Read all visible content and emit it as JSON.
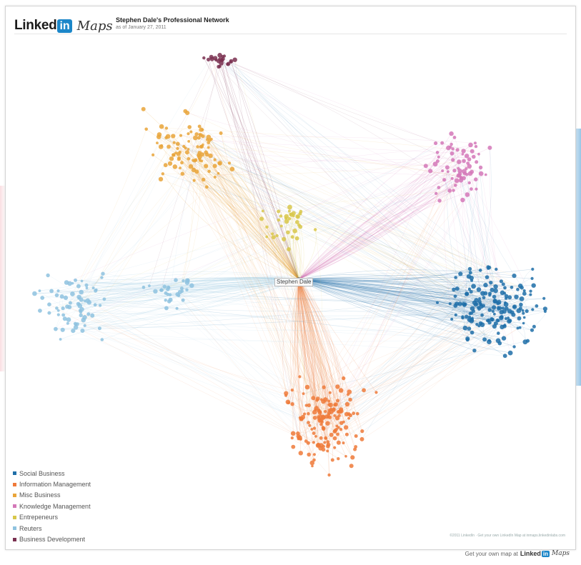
{
  "header": {
    "logo_text": "Linked",
    "logo_in": "in",
    "logo_maps": "Maps",
    "title": "Stephen Dale's Professional Network",
    "subtitle": "as of January 27, 2011"
  },
  "center_label": "Stephen Dale",
  "legend": [
    {
      "label": "Social Business",
      "color": "#1f6fa8",
      "cluster": "social"
    },
    {
      "label": "Information Management",
      "color": "#ef7a3a",
      "cluster": "info"
    },
    {
      "label": "Misc Business",
      "color": "#e9a53a",
      "cluster": "misc"
    },
    {
      "label": "Knowledge Management",
      "color": "#d478b8",
      "cluster": "km"
    },
    {
      "label": "Entrepeneurs",
      "color": "#d8c74a",
      "cluster": "entre"
    },
    {
      "label": "Reuters",
      "color": "#8ec2df",
      "cluster": "reuters"
    },
    {
      "label": "Business Development",
      "color": "#7a3050",
      "cluster": "bizdev"
    }
  ],
  "credit": "©2011 LinkedIn · Get your own LinkedIn Map at inmaps.linkedinlabs.com",
  "footer": {
    "text": "Get your own map at",
    "linked": "Linked",
    "in": "in",
    "maps": "Maps"
  }
}
